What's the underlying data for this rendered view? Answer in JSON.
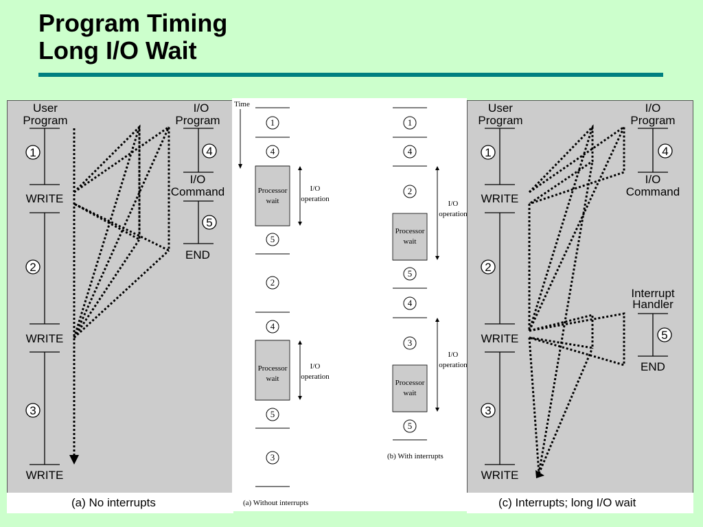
{
  "title": {
    "line1": "Program Timing",
    "line2": "Long I/O Wait"
  },
  "panel_a": {
    "caption": "(a) No interrupts",
    "user_program": [
      "User",
      "Program"
    ],
    "io_program": [
      "I/O",
      "Program"
    ],
    "io_command": [
      "I/O",
      "Command"
    ],
    "end": "END",
    "write": "WRITE",
    "segments": [
      "1",
      "2",
      "3",
      "4",
      "5"
    ]
  },
  "panel_c": {
    "caption": "(c) Interrupts; long I/O wait",
    "user_program": [
      "User",
      "Program"
    ],
    "io_program": [
      "I/O",
      "Program"
    ],
    "io_command": [
      "I/O",
      "Command"
    ],
    "interrupt_handler": [
      "Interrupt",
      "Handler"
    ],
    "end": "END",
    "write": "WRITE",
    "segments": [
      "1",
      "2",
      "3",
      "4",
      "5"
    ]
  },
  "timeline_a": {
    "time_label": "Time",
    "processor_wait": [
      "Processor",
      "wait"
    ],
    "io_operation": [
      "I/O",
      "operation"
    ],
    "sequence": [
      "1",
      "4",
      "5",
      "2",
      "4",
      "5",
      "3"
    ],
    "caption": "(a) Without interrupts"
  },
  "timeline_b": {
    "processor_wait": [
      "Processor",
      "wait"
    ],
    "io_operation": [
      "I/O",
      "operation"
    ],
    "sequence": [
      "1",
      "4",
      "2",
      "5",
      "4",
      "3",
      "5"
    ],
    "caption": "(b) With interrupts"
  }
}
